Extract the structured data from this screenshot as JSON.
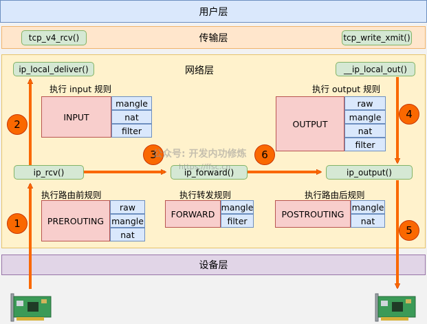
{
  "layers": {
    "user": "用户层",
    "transport": "传输层",
    "network": "网络层",
    "device": "设备层"
  },
  "functions": {
    "tcp_v4_rcv": "tcp_v4_rcv()",
    "tcp_write_xmit": "tcp_write_xmit()",
    "ip_local_deliver": "ip_local_deliver()",
    "ip_local_out": "__ip_local_out()",
    "ip_rcv": "ip_rcv()",
    "ip_forward": "ip_forward()",
    "ip_output": "ip_output()"
  },
  "chains": {
    "input": {
      "label": "执行 input 规则",
      "name": "INPUT",
      "tables": [
        "mangle",
        "nat",
        "filter"
      ]
    },
    "output": {
      "label": "执行 output 规则",
      "name": "OUTPUT",
      "tables": [
        "raw",
        "mangle",
        "nat",
        "filter"
      ]
    },
    "prerouting": {
      "label": "执行路由前规则",
      "name": "PREROUTING",
      "tables": [
        "raw",
        "mangle",
        "nat"
      ]
    },
    "forward": {
      "label": "执行转发规则",
      "name": "FORWARD",
      "tables": [
        "mangle",
        "filter"
      ]
    },
    "postrouting": {
      "label": "执行路由后规则",
      "name": "POSTROUTING",
      "tables": [
        "mangle",
        "nat"
      ]
    }
  },
  "steps": [
    "1",
    "2",
    "3",
    "4",
    "5",
    "6"
  ],
  "watermark": {
    "main": "公众号: 开发内功修炼",
    "url": "https://ffsc.cn"
  },
  "colors": {
    "arrow": "#fa6800",
    "node_fill": "#d5e8d4",
    "chain_fill": "#f8cecc",
    "table_fill": "#dae8fc"
  }
}
